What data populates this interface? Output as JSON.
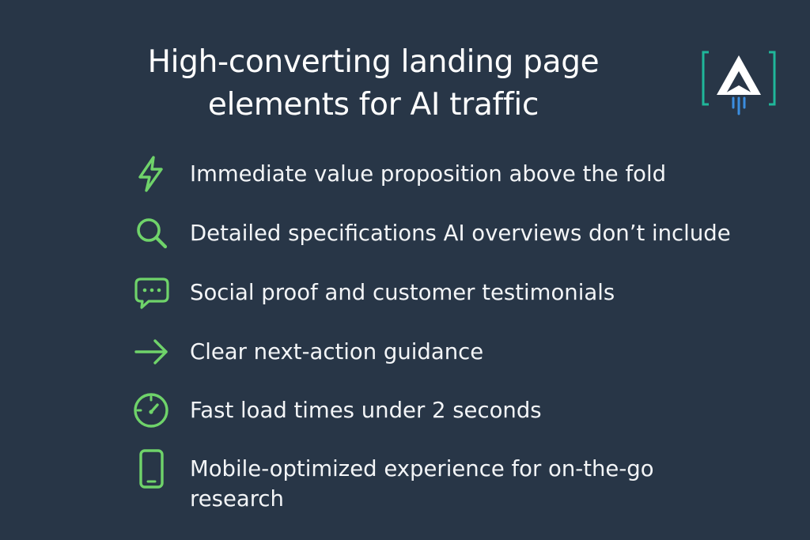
{
  "title": {
    "line1": "High-converting landing page",
    "line2": "elements for AI traffic"
  },
  "logo": {
    "icon": "ai-rocket-logo-icon",
    "letter": "A"
  },
  "colors": {
    "background": "#283647",
    "accent_green": "#6fd36a",
    "logo_bracket": "#1fb79a",
    "logo_flame": "#3b8ee0",
    "text": "#f3f5f7"
  },
  "features": [
    {
      "icon": "lightning-icon",
      "label": "Immediate value proposition above the fold"
    },
    {
      "icon": "search-icon",
      "label": "Detailed specifications AI overviews don’t include"
    },
    {
      "icon": "chat-bubble-icon",
      "label": "Social proof and customer testimonials"
    },
    {
      "icon": "arrow-right-icon",
      "label": "Clear next-action guidance"
    },
    {
      "icon": "speedometer-icon",
      "label": "Fast load times under 2 seconds"
    },
    {
      "icon": "mobile-phone-icon",
      "label": "Mobile-optimized experience for on-the-go research"
    }
  ]
}
